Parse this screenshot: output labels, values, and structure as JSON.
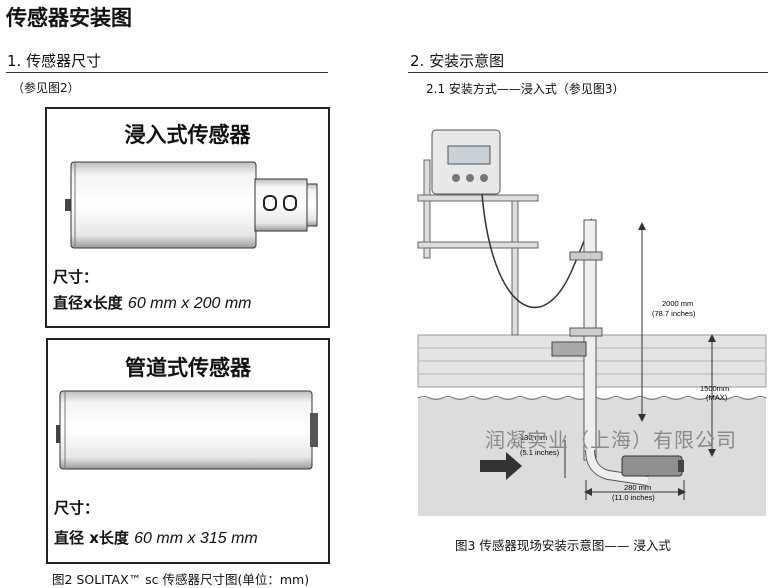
{
  "page_title": "传感器安装图",
  "left": {
    "heading": "1. 传感器尺寸",
    "ref": "（参见图2）",
    "box1": {
      "title": "浸入式传感器",
      "size_label": "尺寸：",
      "dims_prefix": "直径x长度",
      "dims_value": "60 mm x  200 mm"
    },
    "box2": {
      "title": "管道式传感器",
      "size_label": "尺寸：",
      "dims_prefix": "直径 x长度",
      "dims_value": "60 mm x 315  mm"
    },
    "caption": "图2 SOLITAX™ sc 传感器尺寸图(单位：mm)"
  },
  "right": {
    "heading": "2. 安装示意图",
    "sub": "2.1 安装方式——浸入式（参见图3）",
    "diagram": {
      "dim1_value": "2000 mm",
      "dim1_inches": "(78.7 inches)",
      "dim2_value": "1500mm",
      "dim2_note": "(MAX)",
      "dim3_value": "130 mm",
      "dim3_inches": "(5.1 inches)",
      "dim4_value": "280 mm",
      "dim4_inches": "(11.0 inches)"
    },
    "watermark": "润凝实业（上海）有限公司",
    "caption": "图3  传感器现场安装示意图—— 浸入式"
  }
}
